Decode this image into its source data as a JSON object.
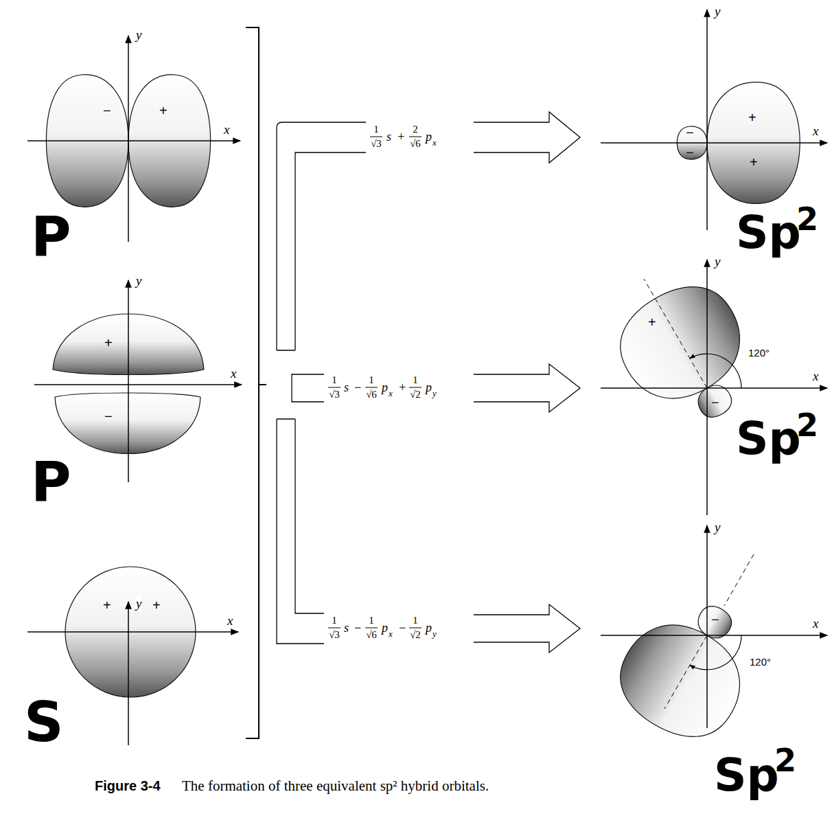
{
  "diagram": {
    "caption": "The formation of three equivalent sp² hybrid orbitals.",
    "labels": [
      "y",
      "x",
      "−",
      "+",
      "P",
      "y",
      "x",
      "+",
      "−",
      "P",
      "y",
      "x",
      "+",
      "+",
      "S",
      "1",
      "√3",
      "s",
      "+",
      "2",
      "√6",
      "p",
      "x",
      "1",
      "√3",
      "s",
      "−",
      "1",
      "√6",
      "p",
      "x",
      "+",
      "1",
      "√2",
      "p",
      "y",
      "1",
      "√3",
      "s",
      "−",
      "1",
      "√6",
      "p",
      "x",
      "−",
      "1",
      "√2",
      "p",
      "y",
      "y",
      "x",
      "−",
      "−",
      "+",
      "+",
      "Sp",
      "2",
      "y",
      "x",
      "+",
      "−",
      "120°",
      "Sp",
      "2",
      "y",
      "x",
      "−",
      "120°",
      "Sp",
      "2",
      "Figure 3-4"
    ]
  }
}
